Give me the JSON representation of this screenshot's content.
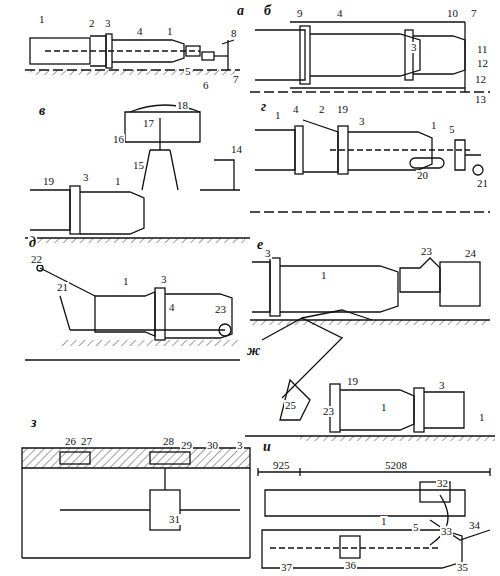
{
  "diagram": {
    "labels": [
      "а",
      "1",
      "2",
      "3",
      "4",
      "1",
      "5",
      "6",
      "8",
      "7",
      "б",
      "9",
      "4",
      "3",
      "10",
      "7",
      "11",
      "12",
      "12",
      "13",
      "в",
      "18",
      "17",
      "16",
      "15",
      "14",
      "19",
      "3",
      "1",
      "г",
      "1",
      "4",
      "2",
      "19",
      "3",
      "1",
      "20",
      "5",
      "21",
      "д",
      "22",
      "21",
      "1",
      "3",
      "4",
      "23",
      "е",
      "3",
      "1",
      "23",
      "24",
      "ж",
      "25",
      "23",
      "19",
      "1",
      "3",
      "1",
      "з",
      "26",
      "27",
      "28",
      "29",
      "30",
      "3",
      "31",
      "и",
      "925",
      "5208",
      "32",
      "5",
      "33",
      "34",
      "36",
      "37",
      "35",
      "1"
    ]
  }
}
